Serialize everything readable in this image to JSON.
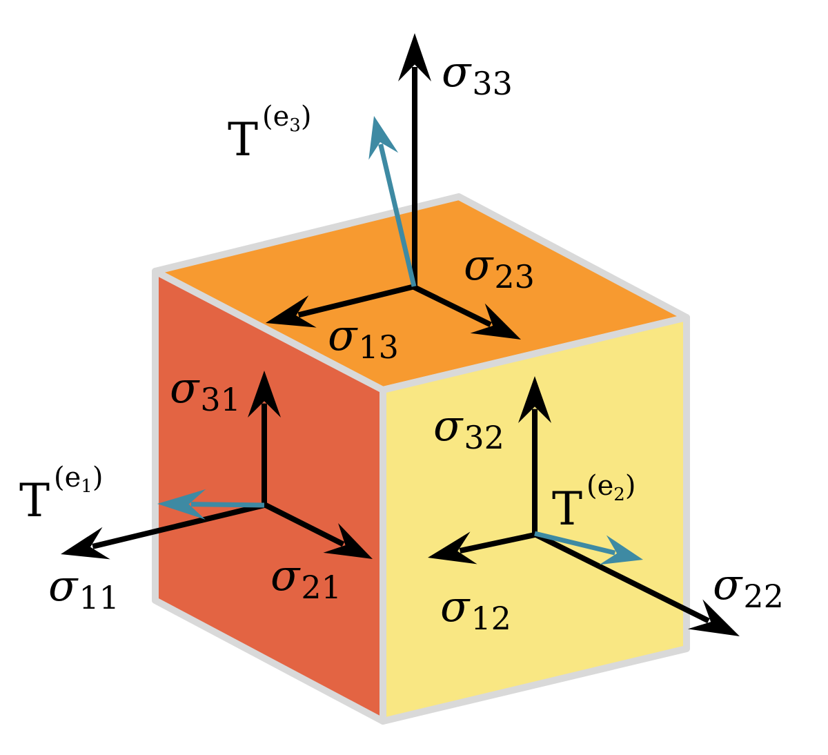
{
  "colors": {
    "left_face": "#E36443",
    "top_face": "#F79A30",
    "right_face": "#F9E783",
    "edge": "#D9D9D9",
    "stress_arrow": "#000000",
    "traction_arrow": "#3E8AA3"
  },
  "labels": {
    "s33": {
      "sym": "σ",
      "sub": "33"
    },
    "s23": {
      "sym": "σ",
      "sub": "23"
    },
    "s13": {
      "sym": "σ",
      "sub": "13"
    },
    "s31": {
      "sym": "σ",
      "sub": "31"
    },
    "s32": {
      "sym": "σ",
      "sub": "32"
    },
    "s11": {
      "sym": "σ",
      "sub": "11"
    },
    "s21": {
      "sym": "σ",
      "sub": "21"
    },
    "s12": {
      "sym": "σ",
      "sub": "12"
    },
    "s22": {
      "sym": "σ",
      "sub": "22"
    },
    "t3": {
      "base": "T",
      "open": "(e",
      "idx": "3",
      "close": ")"
    },
    "t1": {
      "base": "T",
      "open": "(e",
      "idx": "1",
      "close": ")"
    },
    "t2": {
      "base": "T",
      "open": "(e",
      "idx": "2",
      "close": ")"
    }
  }
}
